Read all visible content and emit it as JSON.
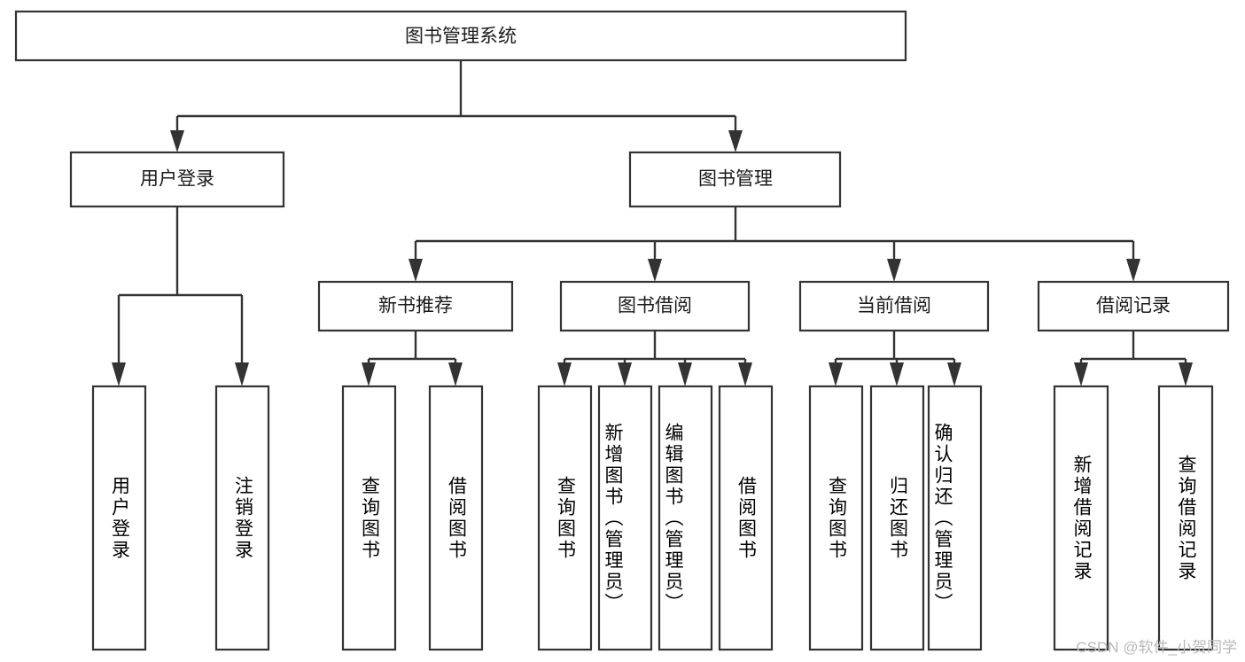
{
  "diagram": {
    "title": "图书管理系统",
    "type": "hierarchy-tree",
    "root": {
      "id": "root",
      "label": "图书管理系统",
      "orientation": "horizontal"
    },
    "level2": [
      {
        "id": "user-login",
        "label": "用户登录",
        "orientation": "horizontal"
      },
      {
        "id": "book-manage",
        "label": "图书管理",
        "orientation": "horizontal"
      }
    ],
    "level3": [
      {
        "id": "new-book-recommend",
        "label": "新书推荐",
        "orientation": "horizontal",
        "parent": "book-manage"
      },
      {
        "id": "book-borrow",
        "label": "图书借阅",
        "orientation": "horizontal",
        "parent": "book-manage"
      },
      {
        "id": "current-borrow",
        "label": "当前借阅",
        "orientation": "horizontal",
        "parent": "book-manage"
      },
      {
        "id": "borrow-record",
        "label": "借阅记录",
        "orientation": "horizontal",
        "parent": "book-manage"
      }
    ],
    "leaves": [
      {
        "id": "leaf-user-login",
        "label": "用户登录",
        "orientation": "vertical",
        "parent": "user-login"
      },
      {
        "id": "leaf-user-logout",
        "label": "注销登录",
        "orientation": "vertical",
        "parent": "user-login"
      },
      {
        "id": "leaf-query-book-1",
        "label": "查询图书",
        "orientation": "vertical",
        "parent": "new-book-recommend"
      },
      {
        "id": "leaf-borrow-book-1",
        "label": "借阅图书",
        "orientation": "vertical",
        "parent": "new-book-recommend"
      },
      {
        "id": "leaf-query-book-2",
        "label": "查询图书",
        "orientation": "vertical",
        "parent": "book-borrow"
      },
      {
        "id": "leaf-add-book",
        "label": "新增图书（管理员）",
        "orientation": "vertical",
        "parent": "book-borrow"
      },
      {
        "id": "leaf-edit-book",
        "label": "编辑图书（管理员）",
        "orientation": "vertical",
        "parent": "book-borrow"
      },
      {
        "id": "leaf-borrow-book-2",
        "label": "借阅图书",
        "orientation": "vertical",
        "parent": "book-borrow"
      },
      {
        "id": "leaf-query-book-3",
        "label": "查询图书",
        "orientation": "vertical",
        "parent": "current-borrow"
      },
      {
        "id": "leaf-return-book",
        "label": "归还图书",
        "orientation": "vertical",
        "parent": "current-borrow"
      },
      {
        "id": "leaf-confirm-return",
        "label": "确认归还（管理员）",
        "orientation": "vertical",
        "parent": "current-borrow"
      },
      {
        "id": "leaf-add-record",
        "label": "新增借阅记录",
        "orientation": "vertical",
        "parent": "borrow-record"
      },
      {
        "id": "leaf-query-record",
        "label": "查询借阅记录",
        "orientation": "vertical",
        "parent": "borrow-record"
      }
    ]
  },
  "watermark": {
    "text": "CSDN @软件_小贺同学"
  },
  "colors": {
    "box_stroke": "#333333",
    "box_fill": "#ffffff",
    "text": "#1a1a1a",
    "connector": "#333333",
    "watermark": "#b8b8b8",
    "background": "#ffffff"
  }
}
